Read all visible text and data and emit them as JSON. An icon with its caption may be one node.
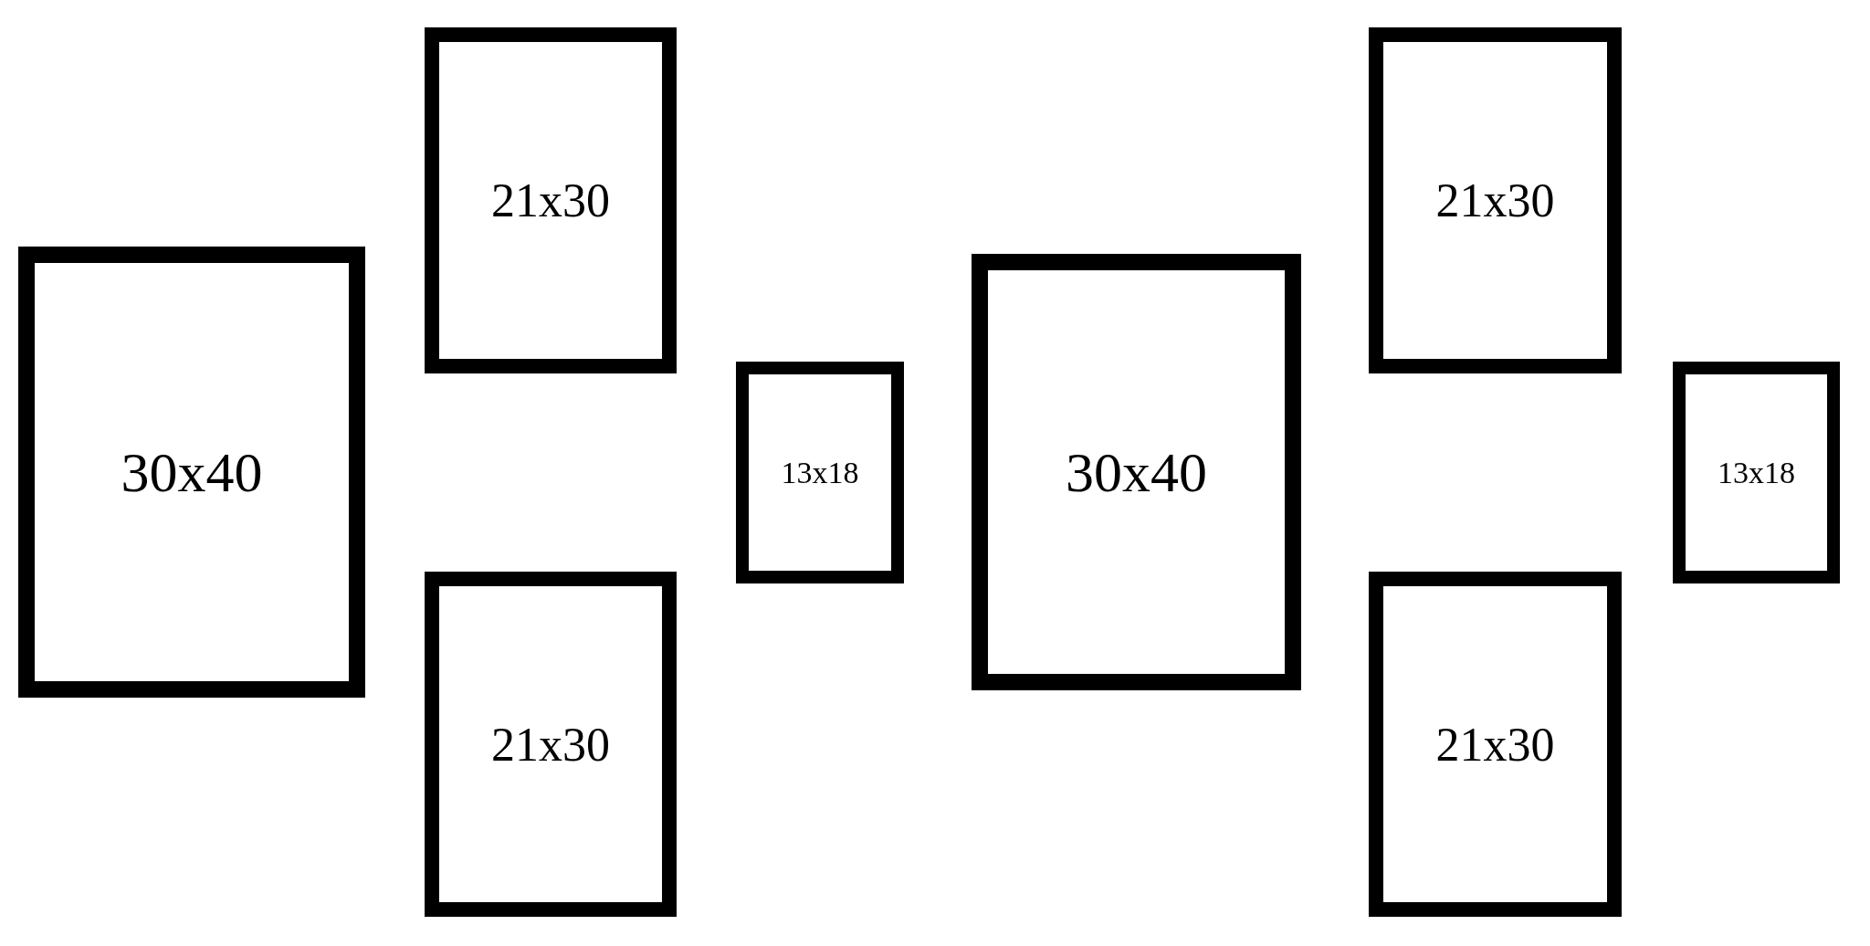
{
  "diagram": {
    "nodes": [
      {
        "text": [
          "30x40"
        ]
      },
      {
        "text": [
          "21x30"
        ]
      },
      {
        "text": [
          "21x30"
        ]
      },
      {
        "text": [
          "13x18"
        ]
      },
      {
        "text": [
          "30x40"
        ]
      },
      {
        "text": [
          "21x30"
        ]
      },
      {
        "text": [
          "21x30"
        ]
      },
      {
        "text": [
          "13x18"
        ]
      }
    ]
  }
}
